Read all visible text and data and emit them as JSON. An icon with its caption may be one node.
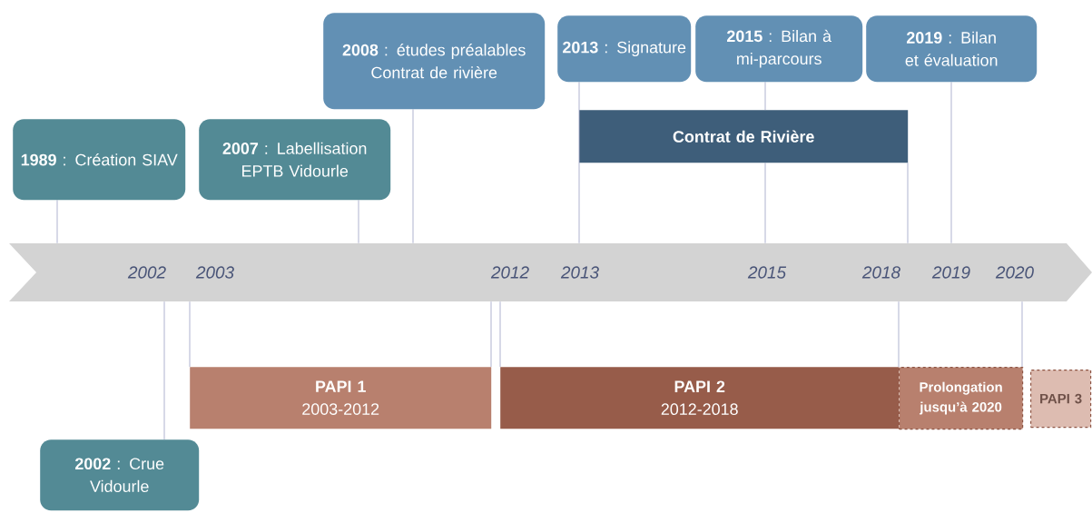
{
  "diagram": {
    "nodes": [
      {
        "text": [
          "2002",
          "2003",
          "2012",
          "2013",
          "2015",
          "2018",
          "2019",
          "2020"
        ]
      },
      {
        "text": [
          "**1989** : Création SIAV"
        ]
      },
      {
        "text": [
          "**2007** : Labellisation EPTB Vidourle"
        ]
      },
      {
        "text": [
          "**2008** : études préalables Contrat de rivière"
        ]
      },
      {
        "text": [
          "**2013** : Signature"
        ]
      },
      {
        "text": [
          "**2015** : Bilan à mi-parcours"
        ]
      },
      {
        "text": [
          "**2019** : Bilan et évaluation"
        ]
      },
      {
        "text": [
          "Contrat de Rivière"
        ]
      },
      {
        "text": [
          "**2002** : Crue Vidourle"
        ]
      },
      {
        "text": [
          "PAPI 1",
          "2003-2012"
        ]
      },
      {
        "text": [
          "PAPI 2",
          "2012-2018"
        ]
      },
      {
        "text": [
          "Prolongation jusqu’à 2020"
        ]
      },
      {
        "text": [
          "PAPI 3"
        ]
      }
    ],
    "edges": [
      {
        "from": 1,
        "to": 0,
        "arrow": "none"
      },
      {
        "from": 2,
        "to": 0,
        "arrow": "none"
      },
      {
        "from": 3,
        "to": 0,
        "arrow": "none"
      },
      {
        "from": 4,
        "to": 0,
        "arrow": "none"
      },
      {
        "from": 5,
        "to": 7,
        "arrow": "none"
      },
      {
        "from": 7,
        "to": 0,
        "arrow": "none"
      },
      {
        "from": 7,
        "to": 0,
        "arrow": "none"
      },
      {
        "from": 6,
        "to": 0,
        "arrow": "none"
      },
      {
        "from": 0,
        "to": 8,
        "arrow": "none"
      },
      {
        "from": 0,
        "to": 9,
        "arrow": "none"
      },
      {
        "from": 0,
        "to": 9,
        "arrow": "none"
      },
      {
        "from": 0,
        "to": 10,
        "arrow": "none"
      },
      {
        "from": 0,
        "to": 10,
        "arrow": "none"
      },
      {
        "from": 0,
        "to": 11,
        "arrow": "none"
      }
    ]
  }
}
